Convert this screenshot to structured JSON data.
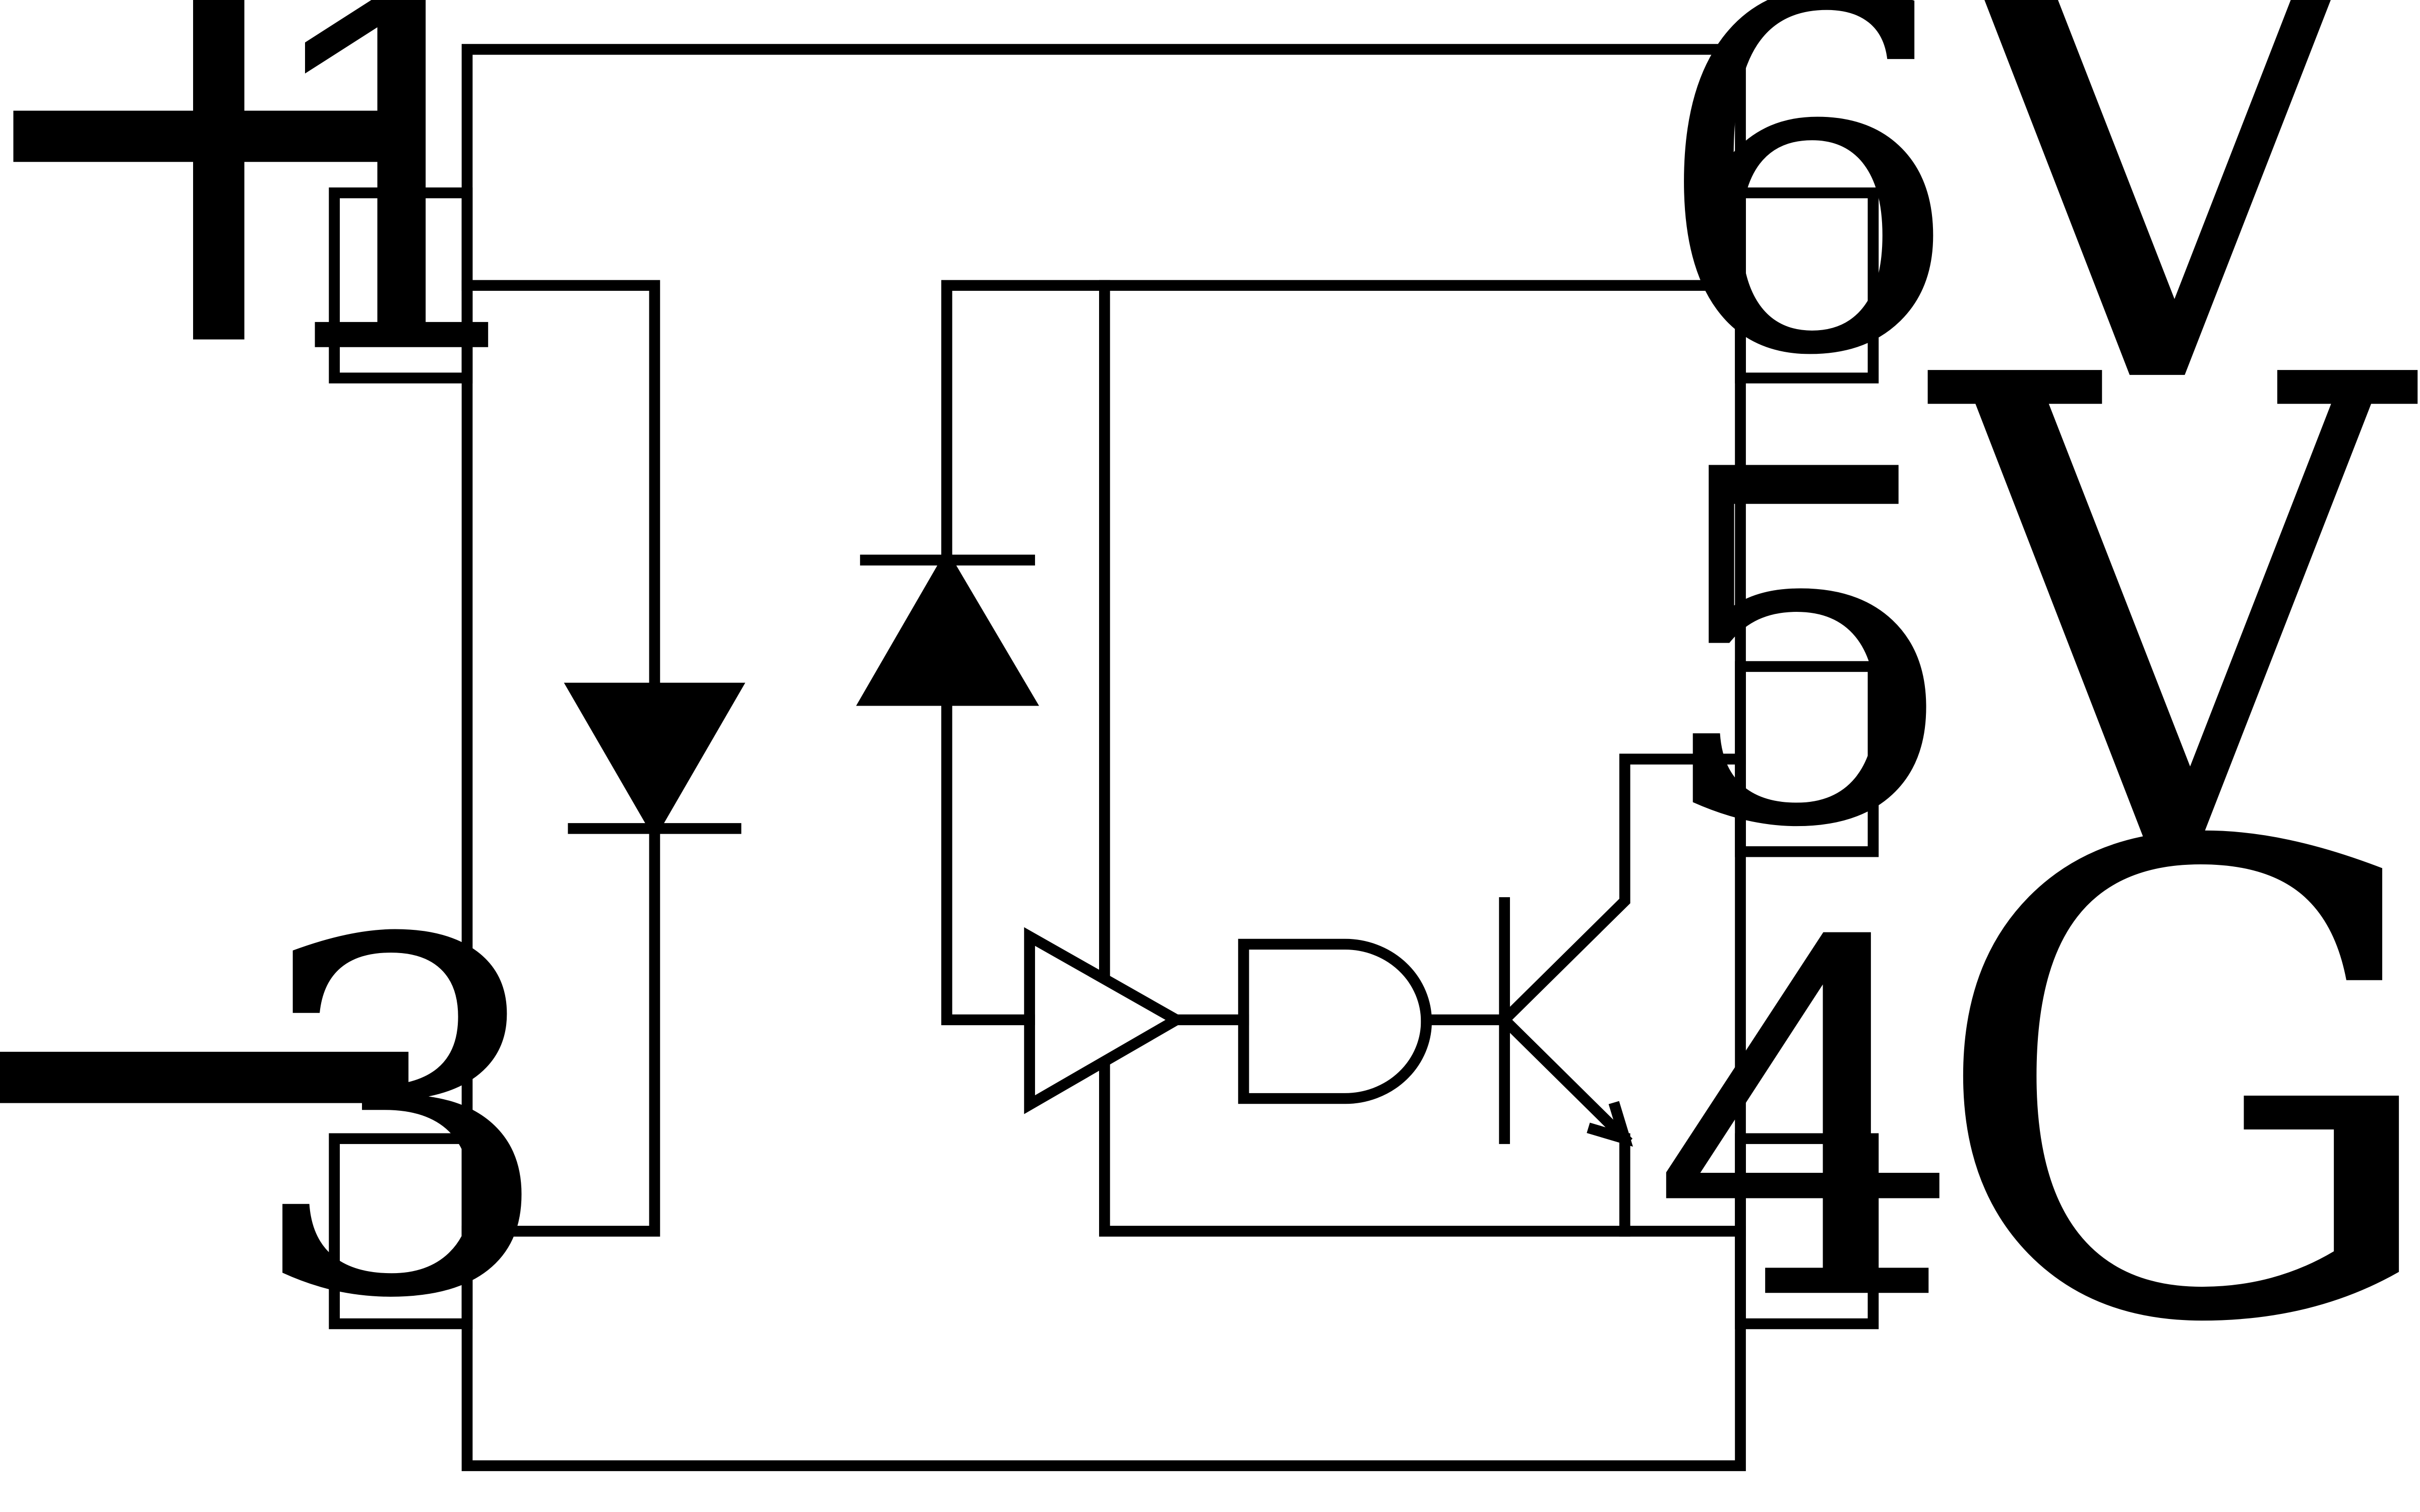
{
  "pins": {
    "pin1": {
      "number": "1",
      "label": "+"
    },
    "pin3": {
      "number": "3",
      "label": "−"
    },
    "pin6": {
      "number": "6",
      "label": "VCC"
    },
    "pin5": {
      "number": "5",
      "label": "VO"
    },
    "pin4": {
      "number": "4",
      "label": "GND"
    }
  },
  "colors": {
    "line": "#000000",
    "background": "#ffffff"
  }
}
